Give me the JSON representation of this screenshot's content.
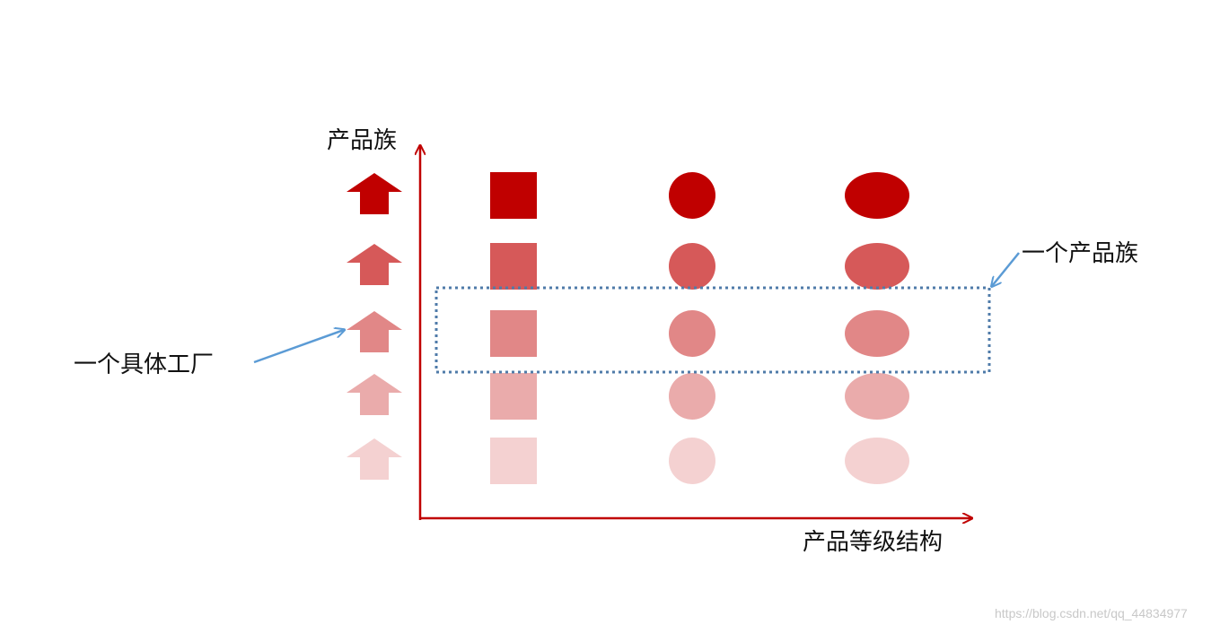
{
  "diagram": {
    "y_axis_label": "产品族",
    "x_axis_label": "产品等级结构",
    "callout_factory": "一个具体工厂",
    "callout_family": "一个产品族",
    "watermark": "https://blog.csdn.net/qq_44834977",
    "axis_color": "#c00000",
    "callout_color": "#5b9bd5",
    "family_box_color": "#4f7ba9",
    "product_base_color": "#c00000",
    "rows": [
      {
        "opacity": 1.0
      },
      {
        "opacity": 0.65
      },
      {
        "opacity": 0.47
      },
      {
        "opacity": 0.33
      },
      {
        "opacity": 0.18
      }
    ],
    "columns": [
      {
        "shape": "factory-arrow"
      },
      {
        "shape": "square"
      },
      {
        "shape": "circle"
      },
      {
        "shape": "ellipse"
      }
    ],
    "highlighted_row": 3,
    "highlighted_factory_row": 3
  }
}
